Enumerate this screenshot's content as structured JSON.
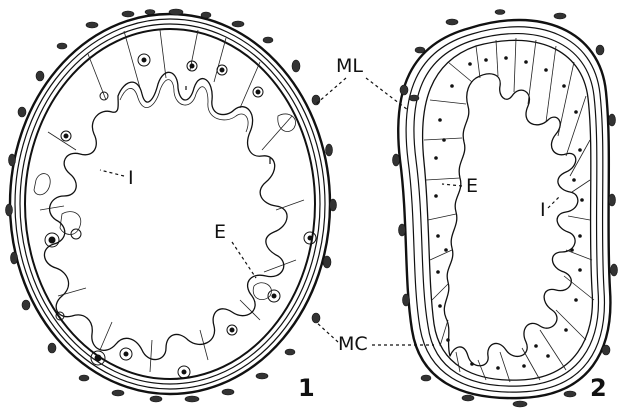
{
  "figure": {
    "panel_1_number": "1",
    "panel_2_number": "2",
    "labels": {
      "ML": "ML",
      "MC": "MC",
      "E_panel1": "E",
      "I_panel1": "I",
      "E_panel2": "E",
      "I_panel2": "I"
    }
  }
}
